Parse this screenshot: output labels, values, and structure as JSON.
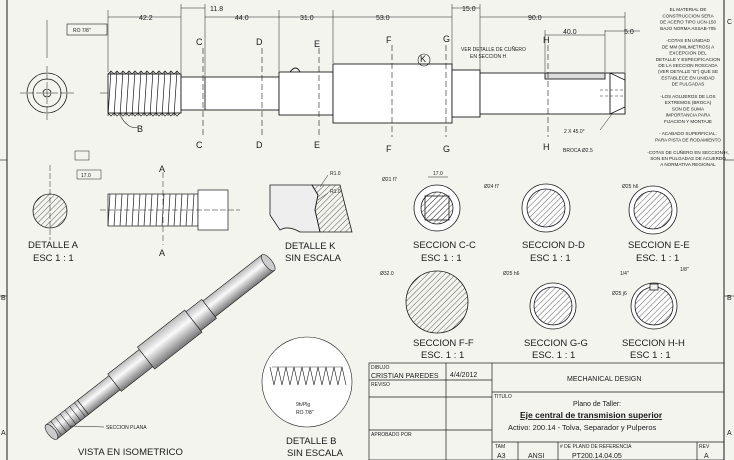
{
  "dimensions": {
    "d42_2": "42.2",
    "d11_8": "11.8",
    "d44": "44.0",
    "d31": "31.0",
    "d53": "53.0",
    "d15": "15.0",
    "d90": "90.0",
    "d40": "40.0",
    "d5": "5.0",
    "ro78": "RO 7/8\"",
    "chamfer": "2 X 45.0°",
    "broca": "BROCA Ø2.5",
    "d17_a": "17.0",
    "d17_c": "17.0",
    "r1a": "R1.0",
    "r1b": "R1.0",
    "d21f7": "Ø21 f7",
    "d24f7": "Ø24 f7",
    "d25h6": "Ø25 h6",
    "d32": "Ø32.0",
    "d25h6b": "Ø25 h6",
    "d25j6": "Ø25 j6",
    "q14": "1/4\"",
    "e18": "1/8\"",
    "hilo": "9h/Plg",
    "ro78b": "RO 7/8\"",
    "seccion_plana": "SECCION PLANA"
  },
  "section_markers": {
    "b": "B",
    "c": "C",
    "d": "D",
    "e": "E",
    "f": "F",
    "g": "G",
    "h": "H",
    "k": "K",
    "a": "A"
  },
  "ver_detalle": "VER DETALLE DE CUÑERO EN SECCION H",
  "notes": [
    "EL MATERIAL DE",
    "CONSTRUCCION SERA",
    "DE ACERO TIPO UCN-150",
    "BAJO NORMA ASSAB-705",
    "",
    "-COTAS EN UNIDAD",
    "DE MM (MILIMETROS) A",
    "EXCEPCION DEL",
    "DETALLE Y ESPECIFICACION",
    "DE LA SECCION ROSCADA",
    "(VER DETALLE \"B\") QUE SE",
    "ESTABLECE EN UNIDAD",
    "DE PULGADAS",
    "",
    "-LOS AGUJEROS DE LOS",
    "EXTREMOS (BROCA)",
    "SON DE SUMA",
    "IMPORTANCIA PARA",
    "FIJACION Y MONTAJE",
    "",
    "- ACABADO SUPERFICIAL:",
    "PARA PISTA DE RODAMIENTO",
    "",
    "-COTAS DE CUÑERO EN SECCION H,",
    "SON EN PULGADAS DE ACUERDO",
    "A NORMATIVA REGIONAL"
  ],
  "views": {
    "detalle_a_1": "DETALLE A",
    "detalle_a_2": "ESC 1 : 1",
    "detalle_k_1": "DETALLE  K",
    "detalle_k_2": "SIN ESCALA",
    "secc_cc_1": "SECCION C-C",
    "secc_cc_2": "ESC 1 : 1",
    "secc_dd_1": "SECCION D-D",
    "secc_dd_2": "ESC 1 : 1",
    "secc_ee_1": "SECCION E-E",
    "secc_ee_2": "ESC. 1 : 1",
    "secc_ff_1": "SECCION F-F",
    "secc_ff_2": "ESC. 1 : 1",
    "secc_gg_1": "SECCION G-G",
    "secc_gg_2": "ESC. 1 : 1",
    "secc_hh_1": "SECCION H-H",
    "secc_hh_2": "ESC 1 : 1",
    "detalle_b_1": "DETALLE  B",
    "detalle_b_2": "SIN ESCALA",
    "isometrico": "VISTA EN ISOMETRICO"
  },
  "title_block": {
    "dibujo_lbl": "DIBUJO",
    "dibujo": "CRISTIAN PAREDES",
    "fecha": "4/4/2012",
    "reviso_lbl": "REVISO",
    "aprobado_lbl": "APROBADO POR",
    "company": "MECHANICAL DESIGN",
    "titulo_lbl": "TITULO",
    "plano": "Plano de Taller:",
    "title": "Eje central de transmision superior",
    "activo": "Activo: 200.14 - Tolva, Separador y Pulperos",
    "tam_lbl": "TAM",
    "tam": "A3",
    "std": "ANSI",
    "ref_lbl": "# DE PLANO DE REFERENCIA",
    "ref": "PT200.14.04.05",
    "rev_lbl": "REV",
    "rev": "A"
  },
  "border": {
    "left_b": "B",
    "left_a": "A",
    "right_b": "B",
    "right_a": "A",
    "right_c": "C"
  },
  "colors": {
    "line": "#1a1a1a",
    "paper": "#f4f4ef"
  }
}
